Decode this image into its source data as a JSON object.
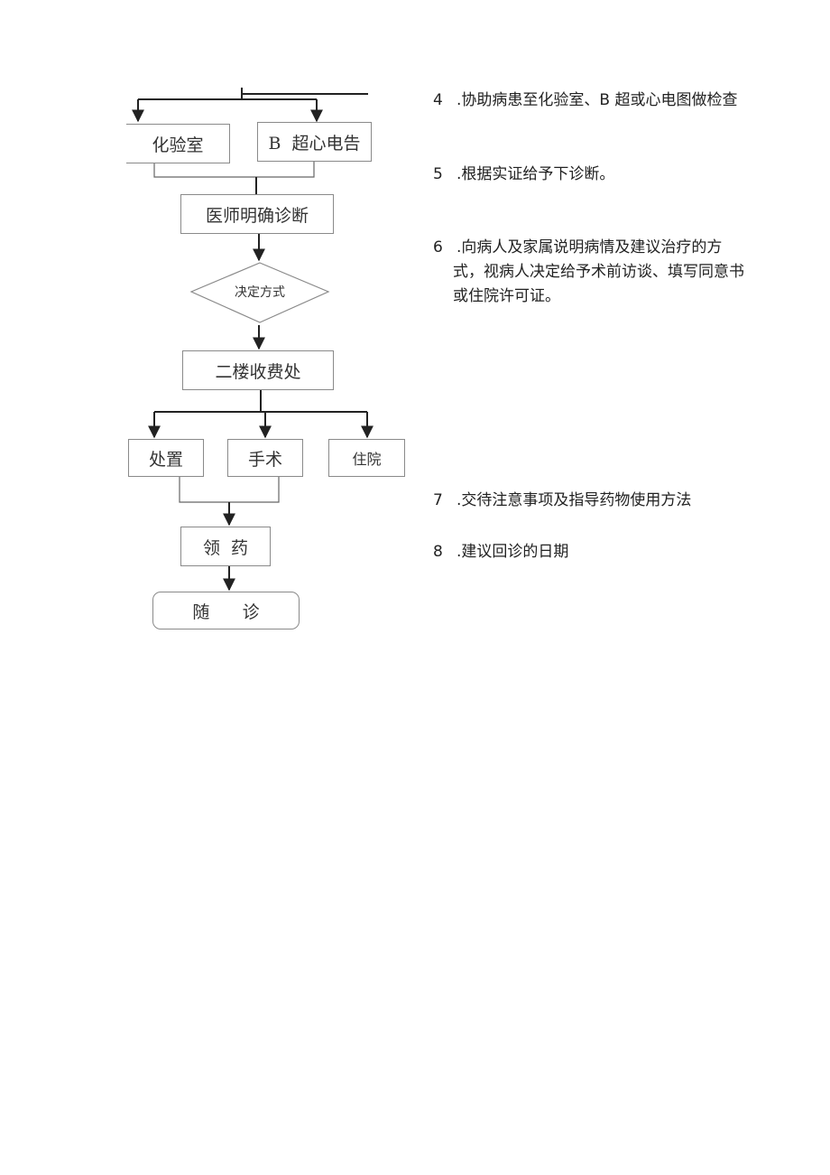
{
  "flowchart": {
    "nodes": {
      "lab": "化验室",
      "bscan": "B  超心电告",
      "diagnosis": "医师明确诊断",
      "decide": "决定方式",
      "cashier": "二楼收费处",
      "treatment": "处置",
      "surgery": "手术",
      "hospitalize": "住院",
      "medicine": "领  药",
      "followup": "随      诊"
    }
  },
  "steps": [
    {
      "num": "4",
      "lines": [
        ".协助病患至化验室、B 超或心电图做检查"
      ]
    },
    {
      "num": "5",
      "lines": [
        ".根据实证给予下诊断。"
      ]
    },
    {
      "num": "6",
      "lines": [
        ".向病人及家属说明病情及建议治疗的方",
        "式，视病人决定给予术前访谈、填写同意书",
        "或住院许可证。"
      ]
    },
    {
      "num": "7",
      "lines": [
        ".交待注意事项及指导药物使用方法"
      ]
    },
    {
      "num": "8",
      "lines": [
        ".建议回诊的日期"
      ]
    }
  ]
}
